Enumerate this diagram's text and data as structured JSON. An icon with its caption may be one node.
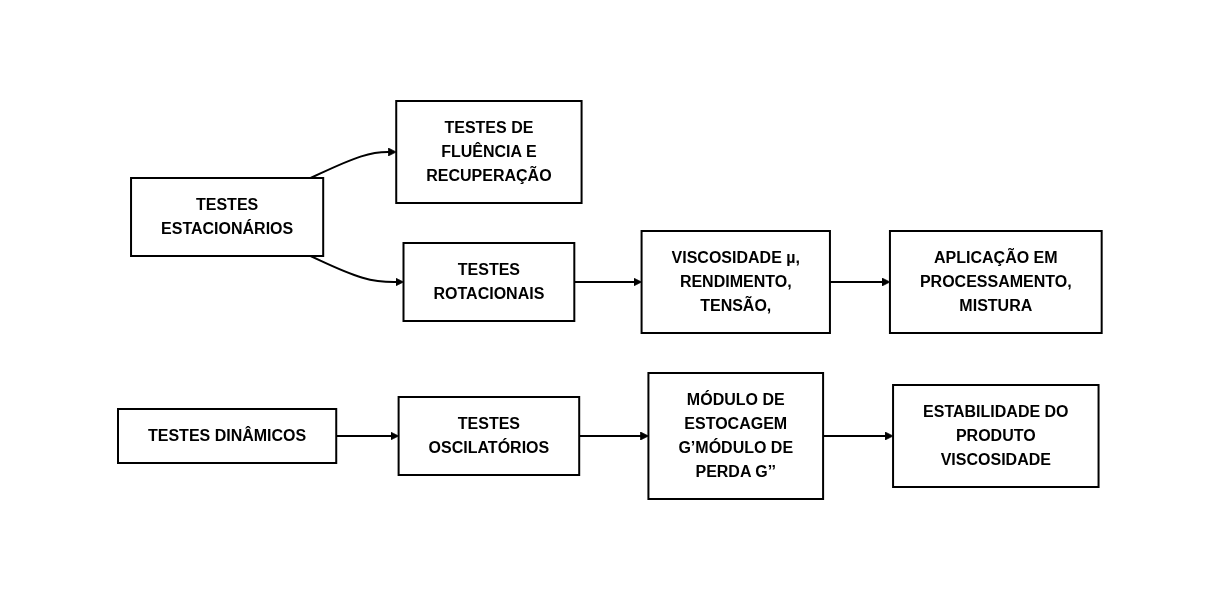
{
  "diagram": {
    "nodes": [
      {
        "text": [
          "TESTES ESTACIONÁRIOS"
        ]
      },
      {
        "text": [
          "TESTES DE FLUÊNCIA E RECUPERAÇÃO"
        ]
      },
      {
        "text": [
          "TESTES ROTACIONAIS"
        ]
      },
      {
        "text": [
          "VISCOSIDADE µ, RENDIMENTO, TENSÃO,"
        ]
      },
      {
        "text": [
          "APLICAÇÃO EM PROCESSAMENTO, MISTURA"
        ]
      },
      {
        "text": [
          "TESTES DINÂMICOS"
        ]
      },
      {
        "text": [
          "TESTES OSCILATÓRIOS"
        ]
      },
      {
        "text": [
          "MÓDULO DE ESTOCAGEM G’MÓDULO DE PERDA G’’"
        ]
      },
      {
        "text": [
          "ESTABILIDADE DO PRODUTO VISCOSIDADE"
        ]
      }
    ],
    "edges": [
      {
        "from": 0,
        "to": 1,
        "arrow": "to"
      },
      {
        "from": 0,
        "to": 2,
        "arrow": "to"
      },
      {
        "from": 2,
        "to": 3,
        "arrow": "to"
      },
      {
        "from": 3,
        "to": 4,
        "arrow": "to"
      },
      {
        "from": 5,
        "to": 6,
        "arrow": "to"
      },
      {
        "from": 6,
        "to": 7,
        "arrow": "to"
      },
      {
        "from": 7,
        "to": 8,
        "arrow": "to"
      }
    ]
  }
}
